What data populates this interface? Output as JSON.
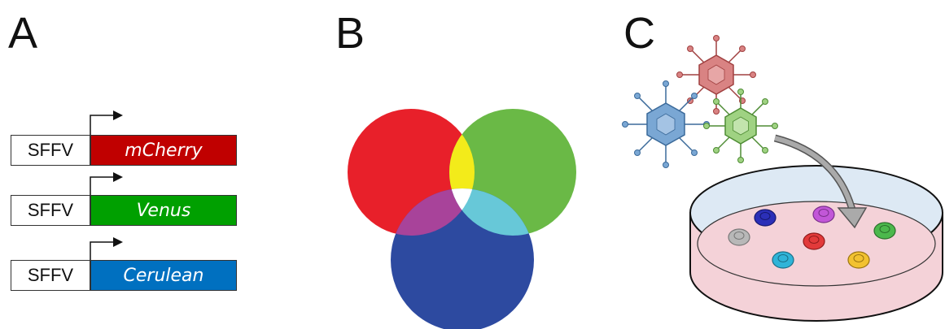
{
  "panels": {
    "a": {
      "letter": "A"
    },
    "b": {
      "letter": "B"
    },
    "c": {
      "letter": "C"
    }
  },
  "constructs": [
    {
      "promoter": "SFFV",
      "gene": "mCherry",
      "color": "#c00000"
    },
    {
      "promoter": "SFFV",
      "gene": "Venus",
      "color": "#00a000"
    },
    {
      "promoter": "SFFV",
      "gene": "Cerulean",
      "color": "#0070c0"
    }
  ],
  "venn": {
    "red": "#e8202a",
    "green": "#6ab946",
    "blue": "#2d4aa0",
    "yellow": "#f3eb1a",
    "magenta": "#a8439a",
    "cyan": "#67c8d8",
    "white": "#ffffff"
  },
  "viruses": [
    {
      "color": "red",
      "fill": "#d98383",
      "stroke": "#a04040"
    },
    {
      "color": "blue",
      "fill": "#7aa7d4",
      "stroke": "#3b6a9a"
    },
    {
      "color": "green",
      "fill": "#9fd282",
      "stroke": "#4e8c34"
    }
  ],
  "dish": {
    "medium_color": "#f4d2d8",
    "rim_color": "#dde9f4"
  },
  "colonies": [
    {
      "color": "#2b2fb8"
    },
    {
      "color": "#c257d8"
    },
    {
      "color": "#b8b8b8"
    },
    {
      "color": "#e23a3a"
    },
    {
      "color": "#4cb84c"
    },
    {
      "color": "#2fb4d8"
    },
    {
      "color": "#f2c230"
    }
  ]
}
